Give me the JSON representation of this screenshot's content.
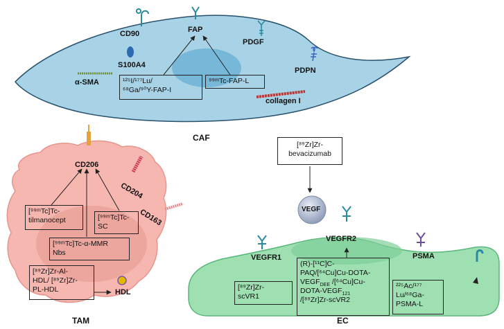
{
  "caf": {
    "title": "CAF",
    "markers": {
      "cd90": "CD90",
      "fap": "FAP",
      "pdgf": "PDGF",
      "s100a4": "S100A4",
      "pdpn": "PDPN",
      "asma": "α-SMA",
      "collagen": "collagen I"
    },
    "probes": {
      "fapi": {
        "line1": "¹²⁵I/¹⁷⁷Lu/",
        "line2": "⁶⁸Ga/⁹⁰Y-FAP-I"
      },
      "fapl": "⁹⁹ᵐTc-FAP-L"
    }
  },
  "tam": {
    "title": "TAM",
    "markers": {
      "cd206": "CD206",
      "cd204": "CD204",
      "cd163": "CD163",
      "hdl": "HDL"
    },
    "probes": {
      "tilmanocept": {
        "line1": "[⁹⁹ᵐTc]Tc-",
        "line2": "tilmanocept"
      },
      "sc": {
        "line1": "[⁹⁹ᵐTc]Tc-",
        "line2": "SC"
      },
      "mmr": {
        "line1": "[⁹⁹ᵐTc]Tc-α-MMR",
        "line2": "Nbs"
      },
      "hdl": {
        "line1": "[⁸⁹Zr]Zr-Al-",
        "line2": "HDL/ [⁸⁹Zr]Zr-",
        "line3": "PL-HDL"
      }
    }
  },
  "ec": {
    "title": "EC",
    "markers": {
      "vegf": "VEGF",
      "vegfr1": "VEGFR1",
      "vegfr2": "VEGFR2",
      "psma": "PSMA"
    },
    "probes": {
      "bevacizumab": {
        "line1": "[⁸⁹Zr]Zr-",
        "line2": "bevacizumab"
      },
      "scvr1": {
        "line1": "[⁸⁹Zr]Zr-",
        "line2": "scVR1"
      },
      "vegfr2": {
        "line1": "(R)-[¹¹C]C-",
        "line2": "PAQ/[⁶⁴Cu]Cu-DOTA-",
        "line3": "VEGF",
        "line3_sub": "DEE",
        "line3b": " /[⁶⁴Cu]Cu-",
        "line4": "DOTA-VEGF",
        "line4_sub": "121",
        "line5": "/[⁸⁹Zr]Zr-scVR2"
      },
      "psma": {
        "line1": "²²⁵Ac/¹⁷⁷",
        "line2": "Lu/⁶⁸Ga-",
        "line3": "PSMA-L"
      }
    }
  },
  "colors": {
    "caf_fill": "#a8d3e6",
    "caf_stroke": "#27506b",
    "caf_nucleus": "#6fb2d3",
    "tam_fill": "#f6b7b0",
    "tam_stroke": "#e6958c",
    "tam_nucleus": "#e79b93",
    "ec_fill": "#9fe0b3",
    "ec_stroke": "#58b77a",
    "ec_nucleus": "#7fcf98",
    "vegf_sphere": "#b9c3d8",
    "receptor_teal": "#2a8aa0",
    "receptor_purple": "#6b4f9c",
    "collagen_red": "#b23a3a",
    "asma_green": "#6f8f39",
    "tam_receptor_red": "#c83c52",
    "tam_receptor_orange": "#e6a23c"
  },
  "icons": [
    "receptor-icon",
    "s100a4-protein-icon",
    "alpha-sma-fiber-icon",
    "collagen-fiber-icon",
    "hdl-particle-icon",
    "vegf-sphere-icon",
    "arrow-icon"
  ]
}
